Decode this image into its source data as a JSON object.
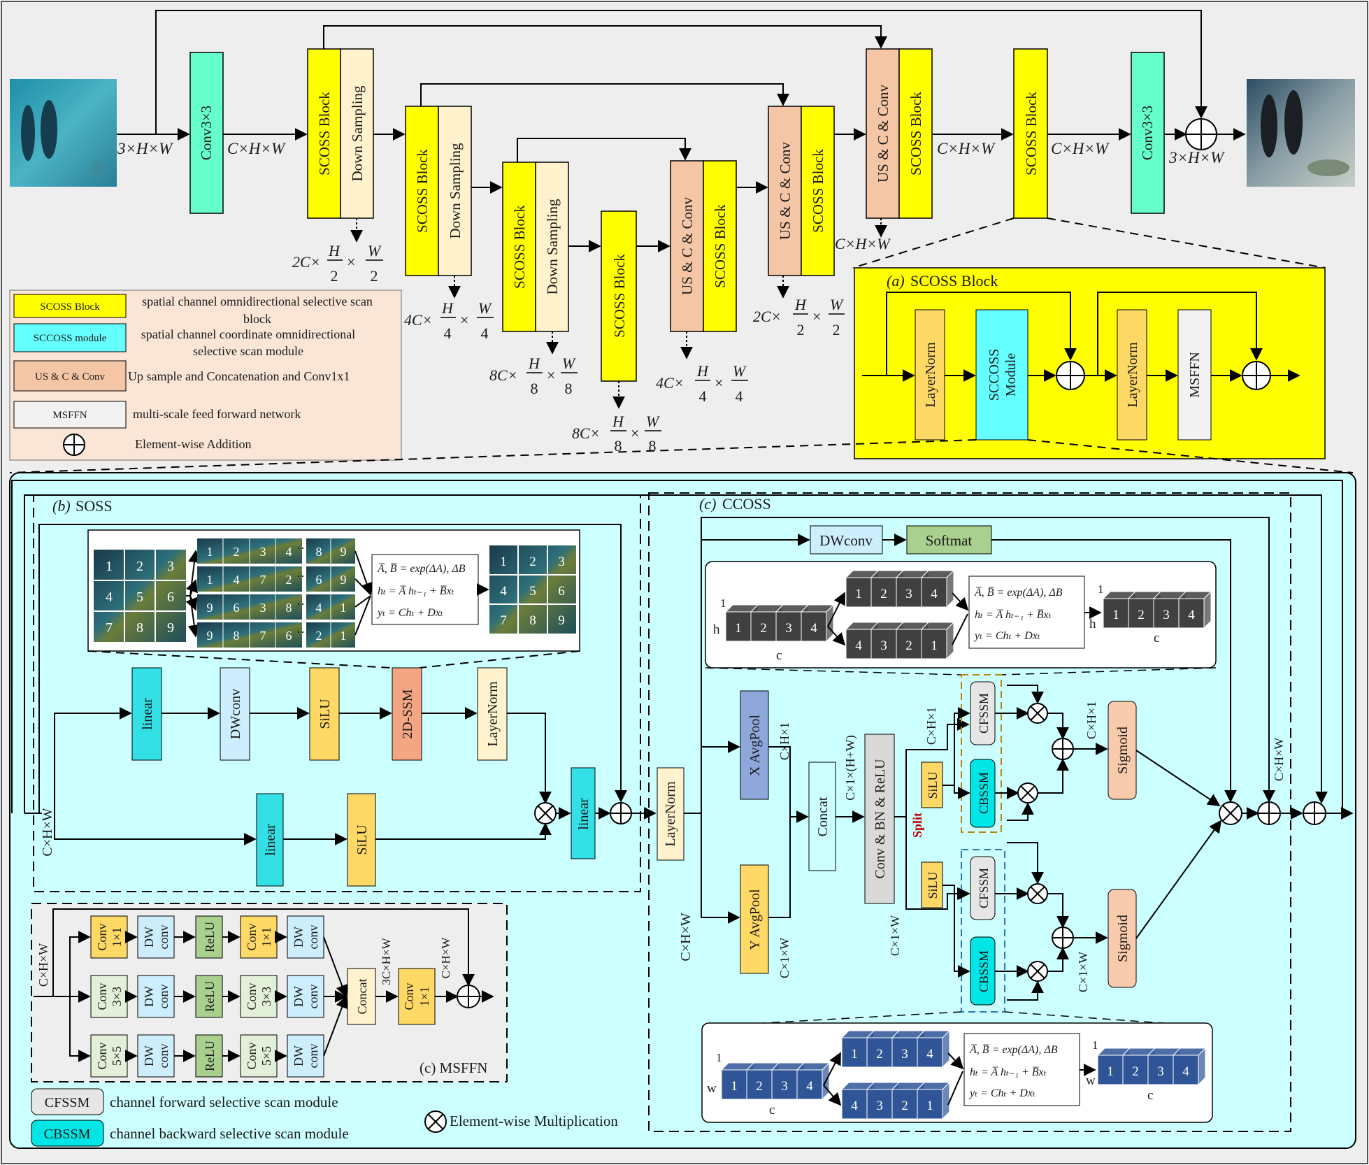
{
  "colors": {
    "background": "#eeeeee",
    "scoss_block": "#ffff00",
    "sccoss_module": "#66ffff",
    "conv": "#66ffcc",
    "up_conv": "#f5c6a5",
    "down_sampling": "#fff2cc",
    "msffn": "#f2f2f2",
    "layernorm": "#ffd966",
    "linear": "#33e0e6",
    "dwconv": "#cdeefd",
    "silu": "#ffd966",
    "ssm2d": "#f4a582",
    "pool_x": "#8fa8dc",
    "pool_y": "#ffd966",
    "concat": "#ccffff",
    "conv_bn": "#d9d9d9",
    "softmax": "#a9d08e",
    "cfssm": "#e7e6e6",
    "cbssm": "#00e5e5",
    "sigmoid": "#f8cbad",
    "relu": "#a9d08e",
    "ms_conv1": "#ffd966",
    "ms_conv3": "#e2f0d9",
    "panel_cyan": "#ccffff",
    "legend_bg": "#fbe5d6",
    "msffn_panel": "#eeeeee",
    "split_red": "#c00000",
    "cube_gray": "#404040",
    "cube_blue": "#2f5597"
  },
  "top": {
    "conv3x3": "Conv3×3",
    "scoss_block": "SCOSS Block",
    "down_sampling": "Down Sampling",
    "up_concat_conv": "US & C & Conv",
    "dim_in": "3×H×W",
    "dim_c": "C×H×W",
    "dim_2c": "2C×",
    "dim_4c": "4C×",
    "dim_8c": "8C×",
    "frac_h": "H",
    "frac_w": "W",
    "den_2": "2",
    "den_4": "4",
    "den_8": "8",
    "times": "×"
  },
  "legend": [
    {
      "box": "SCOSS Block",
      "text": [
        "spatial channel omnidirectional selective scan",
        "block"
      ]
    },
    {
      "box": "SCCOSS module",
      "text": [
        "spatial channel coordinate omnidirectional",
        "selective scan module"
      ]
    },
    {
      "box": "US & C  &  Conv",
      "text": [
        "Up sample and Concatenation and Conv1x1"
      ]
    },
    {
      "box": "MSFFN",
      "text": [
        "multi-scale feed forward network"
      ]
    },
    {
      "box": "",
      "text": [
        "Element-wise Addition"
      ]
    }
  ],
  "scoss_panel": {
    "title_letter": "(a)",
    "title": "SCOSS Block",
    "layernorm": "LayerNorm",
    "sccoss": [
      "SCCOSS",
      "Module"
    ],
    "msffn": "MSFFN"
  },
  "soss": {
    "title_letter": "(b)",
    "title": "SOSS",
    "linear": "linear",
    "dwconv": "DWconv",
    "silu": "SiLU",
    "ssm2d": "2D-SSM",
    "layernorm": "LayerNorm",
    "dim": "C×H×W",
    "grid_a": [
      "1",
      "2",
      "3",
      "4",
      "5",
      "6",
      "7",
      "8",
      "9"
    ],
    "grid_b1": [
      "1",
      "2",
      "3",
      "4"
    ],
    "grid_b2": [
      "1",
      "4",
      "7",
      "2"
    ],
    "grid_b3": [
      "9",
      "6",
      "3",
      "8"
    ],
    "grid_b4": [
      "9",
      "8",
      "7",
      "6"
    ],
    "grid_c": [
      "8",
      "9",
      "6",
      "9",
      "4",
      "1",
      "2",
      "1"
    ],
    "ellipsis": "⋯",
    "eq1": "A̅, B̅ = exp(ΔA), ΔB",
    "eq2": "hₜ = A̅ hₜ₋₁ + B̅xₜ",
    "eq3": "yₜ = Chₜ + Dxₜ"
  },
  "ccoss": {
    "title_letter": "(c)",
    "title": "CCOSS",
    "dwconv": "DWconv",
    "softmax": "Softmat",
    "layernorm": "LayerNorm",
    "x_pool": "X AvgPool",
    "y_pool": "Y AvgPool",
    "concat": "Concat",
    "conv_bn": "Conv & BN & ReLU",
    "silu": "SiLU",
    "cfssm": "CFSSM",
    "cbssm": "CBSSM",
    "sigmoid": "Sigmoid",
    "split": "Split",
    "dim_chw": "C×H×W",
    "dim_ch1": "C×H×1",
    "dim_c1w": "C×1×W",
    "dim_chw_total": "C×1×(H+W)",
    "cube_seq": [
      "1",
      "2",
      "3",
      "4"
    ],
    "cube_rev": [
      "4",
      "3",
      "2",
      "1"
    ],
    "label_h": "h",
    "label_w": "w",
    "label_c": "c",
    "label_1": "1"
  },
  "msffn_panel": {
    "title": "(c) MSFFN",
    "conv1": [
      "Conv",
      "1×1"
    ],
    "conv3": [
      "Conv",
      "3×3"
    ],
    "conv5": [
      "Conv",
      "5×5"
    ],
    "dw": [
      "DW",
      "conv"
    ],
    "relu": "ReLU",
    "concat": "Concat",
    "dim_in": "C×H×W",
    "dim_3c": "3C×H×W",
    "dim_out": "C×H×W"
  },
  "bottom_legend": {
    "cfssm_box": "CFSSM",
    "cfssm_text": "channel forward selective scan module",
    "cbssm_box": "CBSSM",
    "cbssm_text": "channel backward selective scan module",
    "mult_text": "Element-wise Multiplication"
  }
}
